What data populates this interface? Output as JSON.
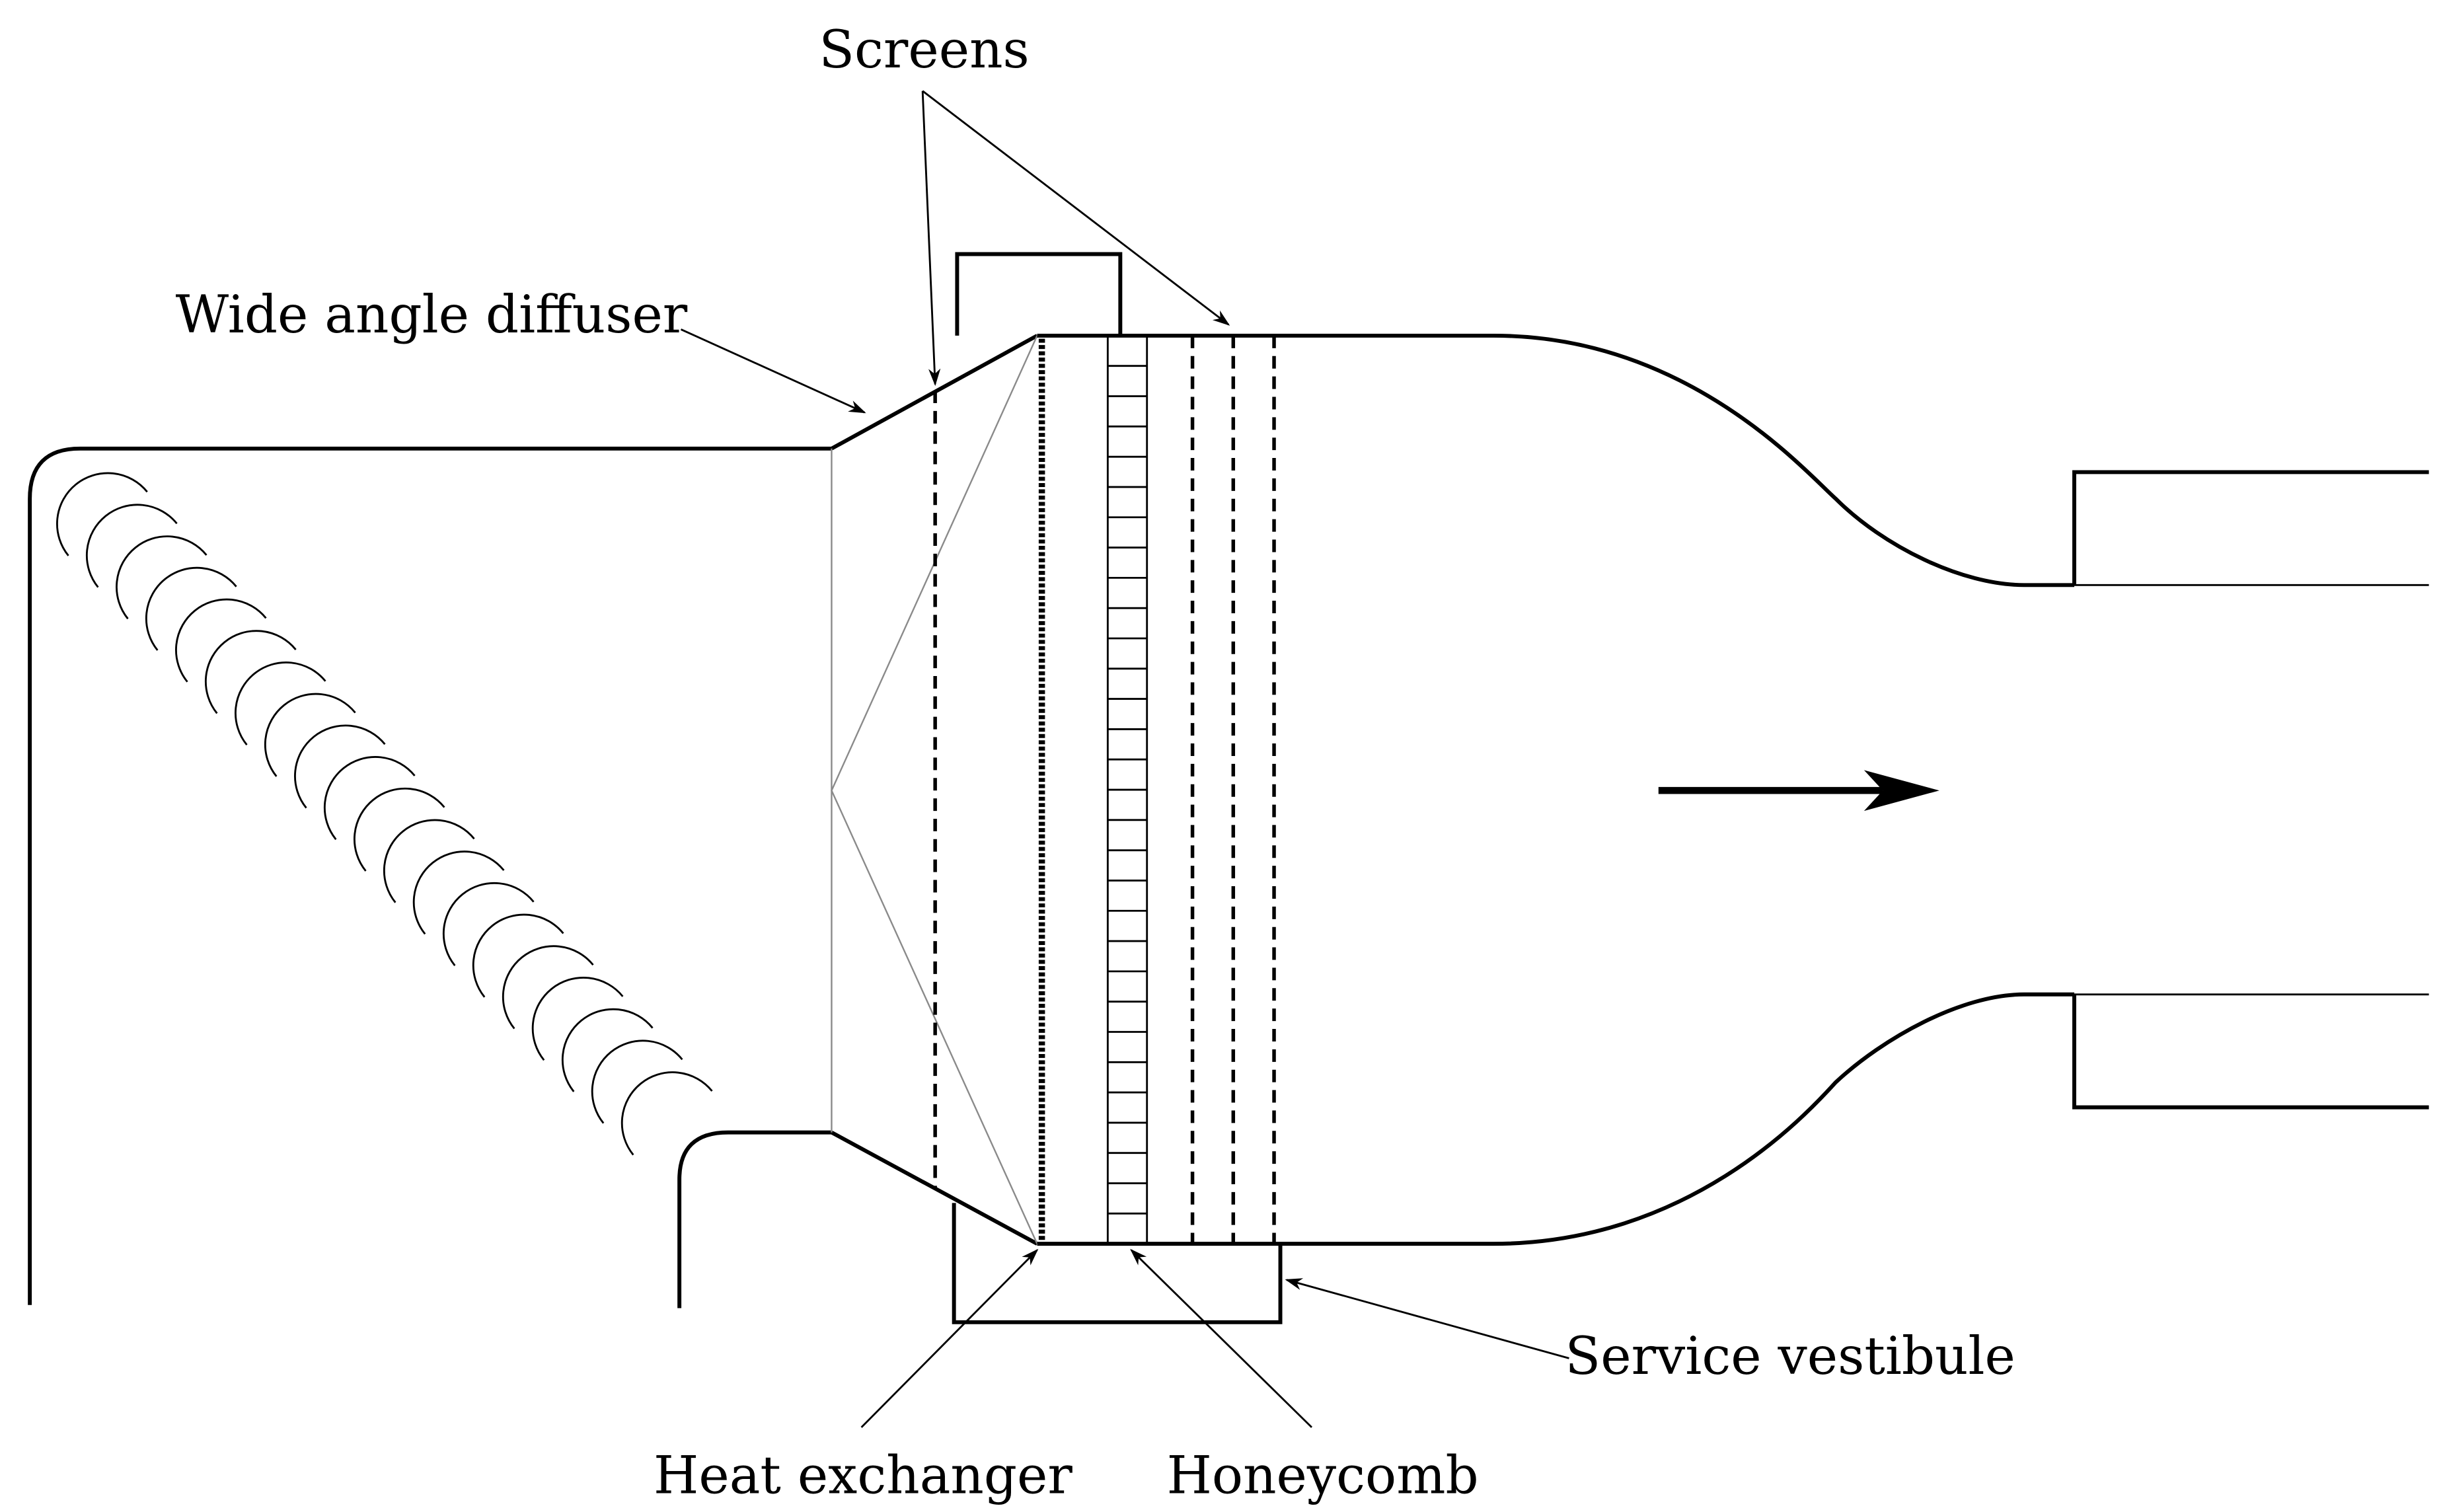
{
  "labels": {
    "screens": "Screens",
    "wide_angle_diffuser": "Wide angle diffuser",
    "service_vestibule": "Service vestibule",
    "heat_exchanger": "Heat exchanger",
    "honeycomb": "Honeycomb"
  }
}
